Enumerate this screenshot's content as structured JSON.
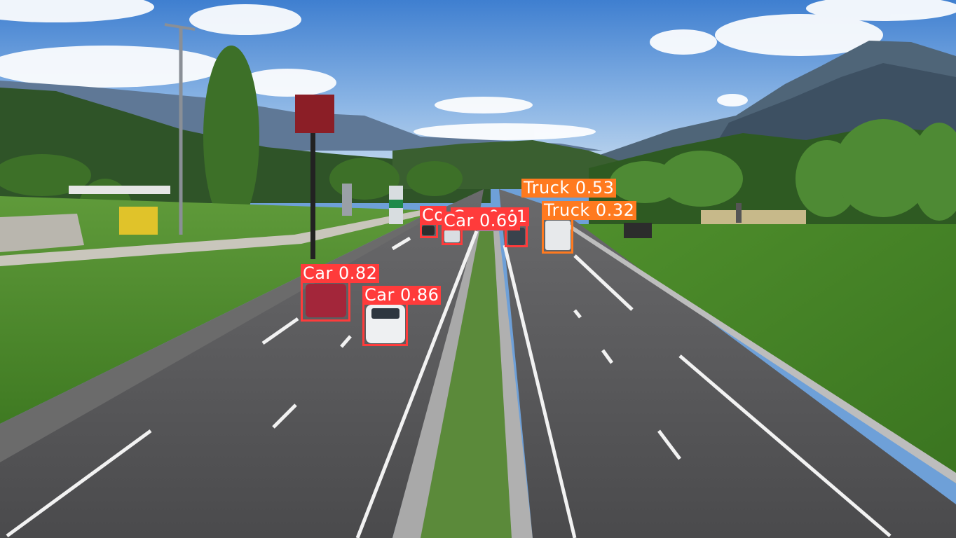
{
  "scene": {
    "description_icons": [
      "sky",
      "mountains",
      "trees",
      "highway",
      "vehicles"
    ],
    "colors": {
      "car_box": "#ff3b3b",
      "truck_box": "#ff7a1f",
      "label_text": "#ffffff"
    }
  },
  "detections": [
    {
      "class": "Car",
      "label": "Car 0.82"
    },
    {
      "class": "Car",
      "label": "Car 0.86"
    },
    {
      "class": "Car",
      "label": "Car 0.69"
    },
    {
      "class": "Car",
      "label": "Car 0.41"
    },
    {
      "class": "Car",
      "label": "Co"
    },
    {
      "class": "Truck",
      "label": "Truck 0.53"
    },
    {
      "class": "Truck",
      "label": "Truck 0.32"
    }
  ]
}
